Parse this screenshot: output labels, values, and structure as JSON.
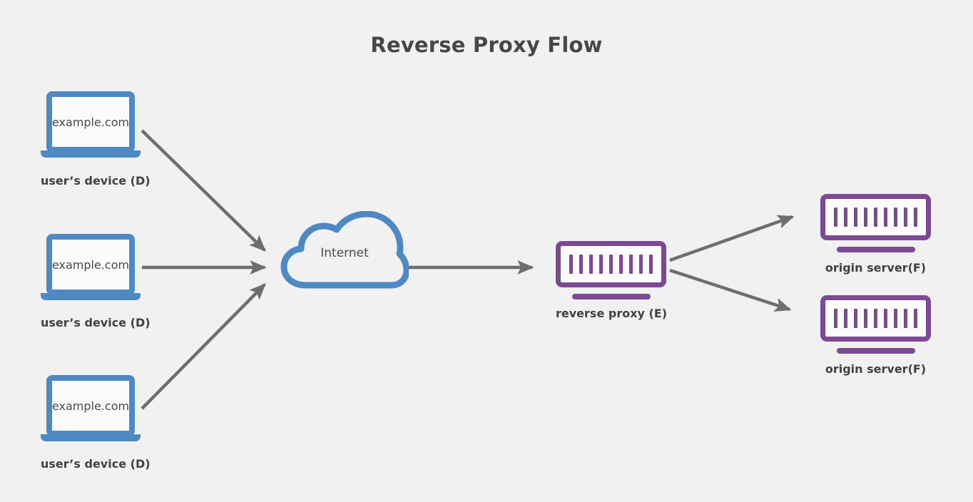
{
  "page": {
    "title": "Reverse Proxy Flow",
    "background_color": "#f1f1f1"
  },
  "colors": {
    "client_blue": "#4f89c4",
    "server_purple": "#7c4a92",
    "arrow_gray": "#6e6e6e",
    "title_text": "#45474a",
    "caption_text": "#3f4145"
  },
  "clients": [
    {
      "url": "example.com",
      "caption": "user’s device (D)"
    },
    {
      "url": "example.com",
      "caption": "user’s device (D)"
    },
    {
      "url": "example.com",
      "caption": "user’s device (D)"
    }
  ],
  "internet": {
    "label": "Internet"
  },
  "proxy": {
    "caption": "reverse proxy (E)",
    "led_count": 9
  },
  "origins": [
    {
      "caption": "origin server(F)",
      "led_count": 9
    },
    {
      "caption": "origin server(F)",
      "led_count": 9
    }
  ],
  "flow_edges": [
    {
      "from": "user’s device (D) 1",
      "to": "Internet"
    },
    {
      "from": "user’s device (D) 2",
      "to": "Internet"
    },
    {
      "from": "user’s device (D) 3",
      "to": "Internet"
    },
    {
      "from": "Internet",
      "to": "reverse proxy (E)"
    },
    {
      "from": "reverse proxy (E)",
      "to": "origin server(F) 1"
    },
    {
      "from": "reverse proxy (E)",
      "to": "origin server(F) 2"
    }
  ]
}
